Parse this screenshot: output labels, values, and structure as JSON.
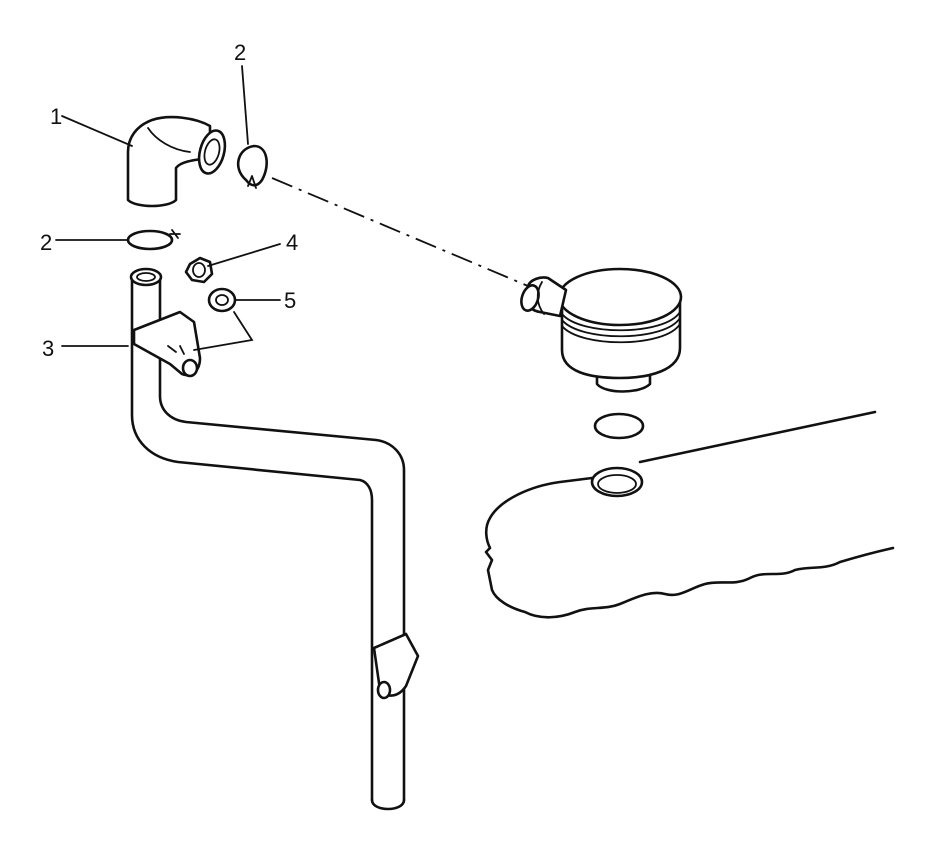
{
  "callouts": [
    {
      "id": "1",
      "label": "1"
    },
    {
      "id": "2a",
      "label": "2"
    },
    {
      "id": "2b",
      "label": "2"
    },
    {
      "id": "3",
      "label": "3"
    },
    {
      "id": "4",
      "label": "4"
    },
    {
      "id": "5",
      "label": "5"
    }
  ],
  "parts": [
    {
      "name": "elbow-hose",
      "callout": "1"
    },
    {
      "name": "hose-clamp",
      "callout": "2"
    },
    {
      "name": "breather-pipe",
      "callout": "3"
    },
    {
      "name": "nut",
      "callout": "4"
    },
    {
      "name": "washer",
      "callout": "5"
    },
    {
      "name": "breather-separator"
    },
    {
      "name": "o-ring"
    },
    {
      "name": "valve-cover"
    }
  ],
  "colors": {
    "ink": "#111111",
    "paper": "#ffffff"
  }
}
